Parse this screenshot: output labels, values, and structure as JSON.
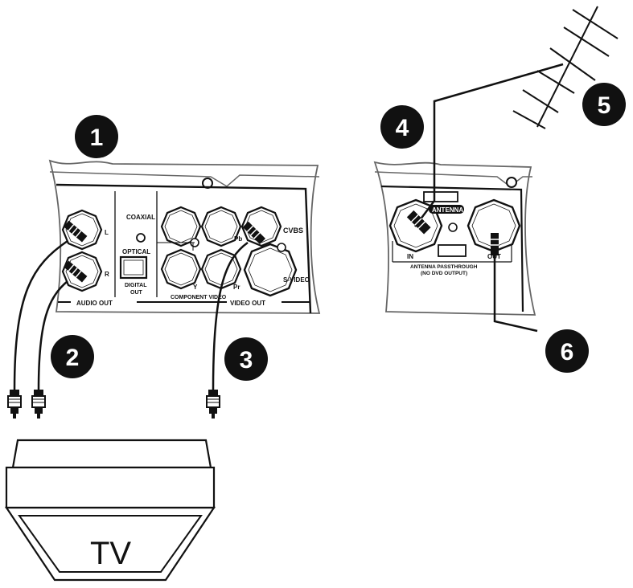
{
  "callouts": [
    "1",
    "2",
    "3",
    "4",
    "5",
    "6"
  ],
  "panel_left": {
    "coaxial": "COAXIAL",
    "optical": "OPTICAL",
    "digital_out_1": "DIGITAL",
    "digital_out_2": "OUT",
    "left": "L",
    "right": "R",
    "pb": "Pb",
    "cvbs": "CVBS",
    "y": "Y",
    "pr": "Pr",
    "svideo": "S-VIDEO",
    "component": "COMPONENT VIDEO",
    "audio_out": "AUDIO OUT",
    "video_out": "VIDEO OUT"
  },
  "panel_right": {
    "antenna": "ANTENNA",
    "in": "IN",
    "out": "OUT",
    "passthrough": "ANTENNA PASSTHROUGH",
    "no_dvd": "(NO DVD OUTPUT)"
  },
  "tv": {
    "label": "TV"
  }
}
